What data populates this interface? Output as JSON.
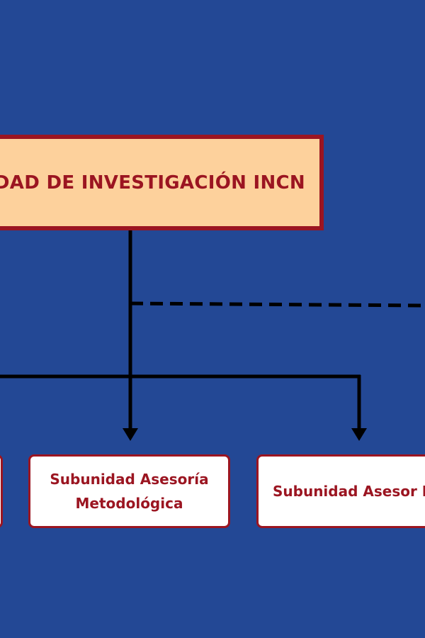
{
  "diagram": {
    "top_unit": {
      "label": "DAD DE INVESTIGACIÓN INCN"
    },
    "subunits": [
      {
        "label": ""
      },
      {
        "label": "Subunidad Asesoría\nMetodológica"
      },
      {
        "label": "Subunidad Asesor\nEn Bioestadística"
      }
    ]
  },
  "colors": {
    "background": "#234895",
    "top_fill": "#fdd19c",
    "accent": "#9b1521",
    "connector": "#000000"
  }
}
